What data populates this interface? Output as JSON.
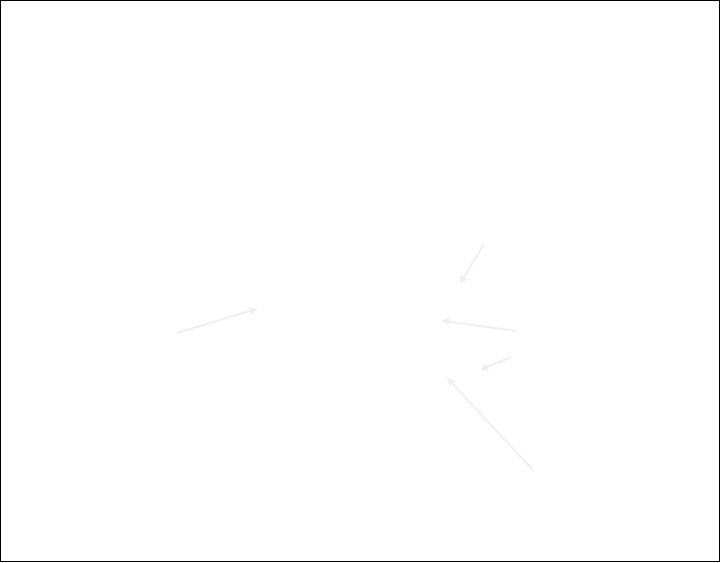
{
  "canvas": {
    "background_color": "#ffffff",
    "border_color": "#000000",
    "arrow_color": "#f0f0f0"
  },
  "arrows": [
    {
      "name": "arrow-left-pointing-right"
    },
    {
      "name": "arrow-top-right-pointing-down"
    },
    {
      "name": "arrow-right-pointing-left"
    },
    {
      "name": "arrow-small-right-pointing-left"
    },
    {
      "name": "arrow-bottom-right-pointing-up-left"
    }
  ]
}
